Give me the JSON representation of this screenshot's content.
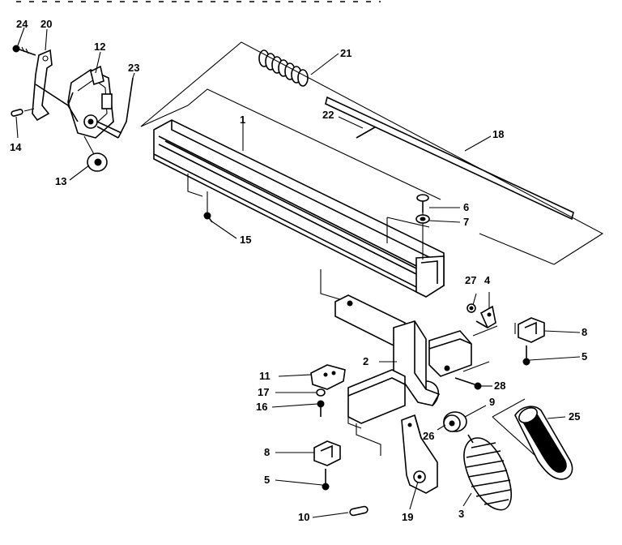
{
  "diagram": {
    "callouts": {
      "p1": "1",
      "p2": "2",
      "p3": "3",
      "p4": "4",
      "p5a": "5",
      "p5b": "5",
      "p6": "6",
      "p7": "7",
      "p8a": "8",
      "p8b": "8",
      "p9": "9",
      "p10": "10",
      "p11": "11",
      "p12": "12",
      "p13": "13",
      "p14": "14",
      "p15": "15",
      "p16": "16",
      "p17": "17",
      "p18": "18",
      "p19": "19",
      "p20": "20",
      "p21": "21",
      "p22": "22",
      "p23": "23",
      "p24": "24",
      "p25": "25",
      "p26": "26",
      "p27": "27",
      "p28": "28"
    }
  }
}
